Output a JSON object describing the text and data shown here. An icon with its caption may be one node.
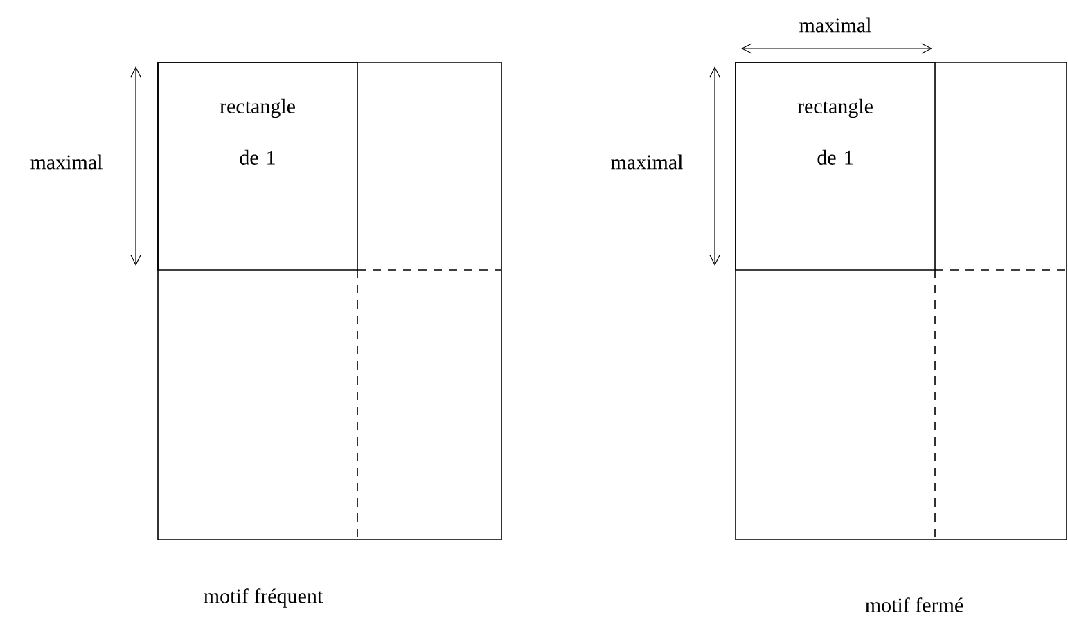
{
  "diagram": {
    "nodes": [
      {
        "text": [],
        "shape": "box",
        "beside": [
          "motif fréquent"
        ]
      },
      {
        "text": [
          "rectangle de 1"
        ],
        "in": 0
      },
      {
        "text": [],
        "shape": "box",
        "beside": [
          "motif fermé"
        ]
      },
      {
        "text": [
          "rectangle de 1"
        ],
        "in": 2
      }
    ],
    "labels": [
      "maximal",
      "maximal",
      "maximal"
    ]
  }
}
